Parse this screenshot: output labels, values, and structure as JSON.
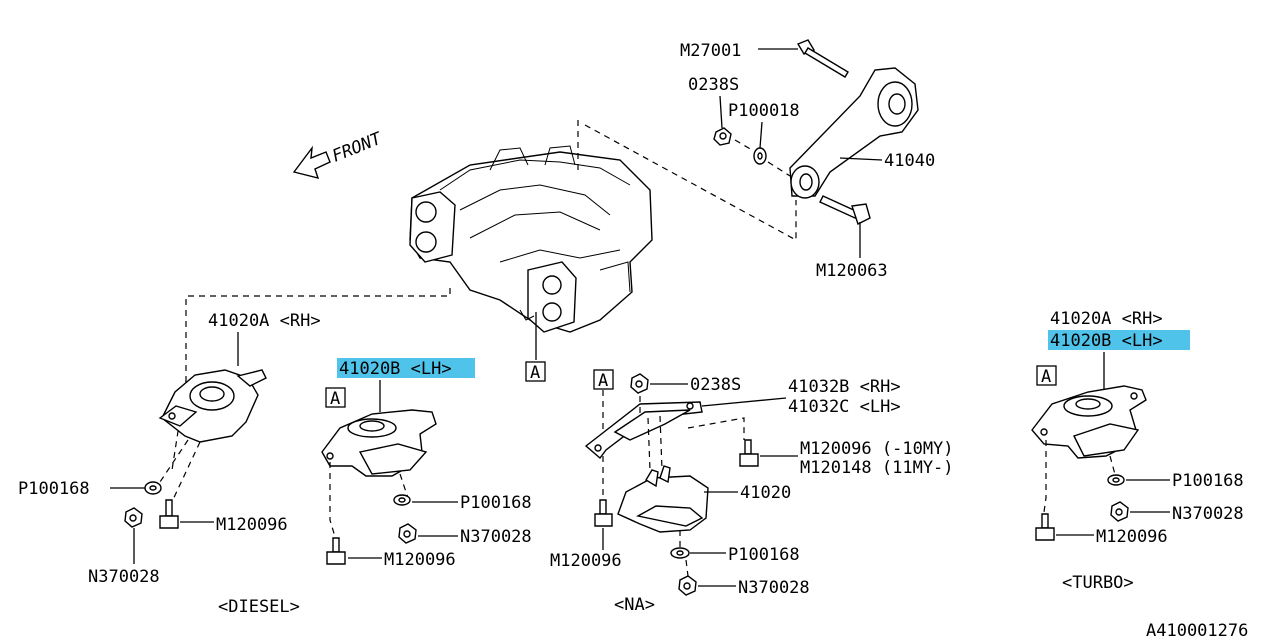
{
  "front_label": "FRONT",
  "labels": {
    "m27001": "M27001",
    "s0238_top": "0238S",
    "p100018": "P100018",
    "l41040": "41040",
    "m120063": "M120063",
    "diesel_41020a": "41020A <RH>",
    "diesel_41020b": "41020B <LH>",
    "diesel_p100168_left": "P100168",
    "diesel_n370028_left": "N370028",
    "diesel_m120096_left": "M120096",
    "diesel_p100168_right": "P100168",
    "diesel_n370028_right": "N370028",
    "diesel_m120096_right": "M120096",
    "na_0238s": "0238S",
    "na_41032b": "41032B <RH>",
    "na_41032c": "41032C <LH>",
    "na_m120096_10my": "M120096 (-10MY)",
    "na_m120148_11my": "M120148 (11MY-)",
    "na_41020": "41020",
    "na_m120096": "M120096",
    "na_p100168": "P100168",
    "na_n370028": "N370028",
    "turbo_41020a": "41020A <RH>",
    "turbo_41020b": "41020B <LH>",
    "turbo_p100168": "P100168",
    "turbo_n370028": "N370028",
    "turbo_m120096": "M120096"
  },
  "ref_box": "A",
  "sections": {
    "diesel": "<DIESEL>",
    "na": "<NA>",
    "turbo": "<TURBO>"
  },
  "figure_id": "A410001276",
  "highlight_color": "#4fc3ea"
}
